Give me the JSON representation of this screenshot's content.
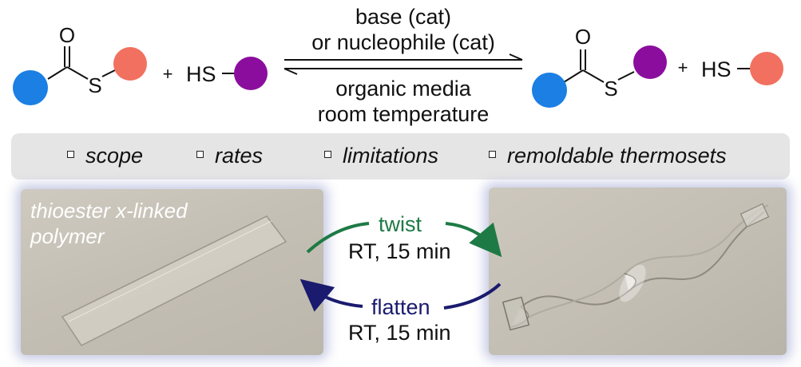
{
  "reaction": {
    "reactant_thioester": {
      "o_label": "O",
      "s_label": "S"
    },
    "reactant_thiol": {
      "label": "HS"
    },
    "product_thioester": {
      "o_label": "O",
      "s_label": "S"
    },
    "product_thiol": {
      "label": "HS"
    },
    "plus_sign": "+",
    "conditions_above": [
      "base (cat)",
      "or nucleophile (cat)"
    ],
    "conditions_below": [
      "organic media",
      "room temperature"
    ],
    "colors": {
      "blue": "#1b7fe3",
      "salmon": "#f2705f",
      "purple": "#8b0d9e"
    }
  },
  "scope_bar": {
    "items": [
      "scope",
      "rates",
      "limitations",
      "remoldable thermosets"
    ]
  },
  "demo": {
    "left_photo_caption": [
      "thioester x-linked",
      "polymer"
    ],
    "twist": {
      "label": "twist",
      "condition": "RT, 15 min",
      "color": "#1e7a45"
    },
    "flatten": {
      "label": "flatten",
      "condition": "RT, 15 min",
      "color": "#1a1a6e"
    }
  }
}
